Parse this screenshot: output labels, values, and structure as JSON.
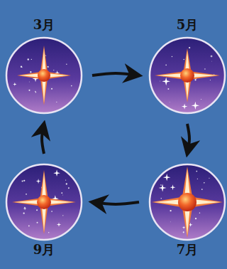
{
  "diagram": {
    "nodes": [
      {
        "text": [
          "3月"
        ]
      },
      {
        "text": [
          "5月"
        ]
      },
      {
        "text": [
          "7月"
        ]
      },
      {
        "text": [
          "9月"
        ]
      }
    ],
    "edges": [
      {
        "from": 0,
        "to": 1,
        "arrow": "to"
      },
      {
        "from": 1,
        "to": 2,
        "arrow": "to"
      },
      {
        "from": 2,
        "to": 3,
        "arrow": "to"
      },
      {
        "from": 3,
        "to": 0,
        "arrow": "to"
      }
    ]
  }
}
